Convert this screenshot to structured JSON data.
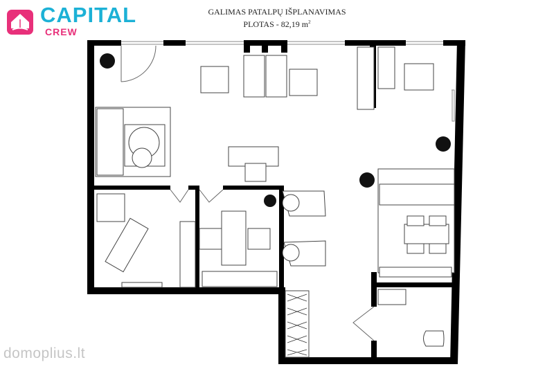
{
  "logo": {
    "brand": "CAPITAL",
    "sub": "CREW"
  },
  "plan": {
    "title": "GALIMAS PATALPŲ IŠPLANAVIMAS",
    "area_prefix": "PLOTAS - ",
    "area_value": "82,19 m",
    "area_unit_sup": "2"
  },
  "watermark": "domoplius.lt",
  "colors": {
    "wall": "#000000",
    "brand_blue": "#1cb1d6",
    "brand_pink": "#e8307a",
    "furniture_stroke": "#444444"
  }
}
